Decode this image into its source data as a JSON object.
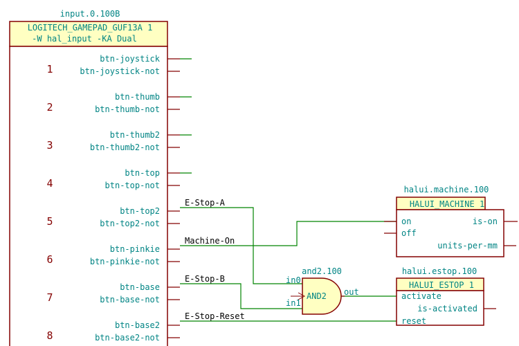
{
  "colors": {
    "wire": "#008400",
    "component": "#840000",
    "text": "#008484",
    "title_fill": "#ffffc2",
    "body_fill": "#ffffff"
  },
  "gamepad": {
    "ref": "input.0.100B",
    "name": "LOGITECH_GAMEPAD_GUF13A 1",
    "args": "-W hal_input -KA Dual",
    "numbers": [
      "1",
      "2",
      "3",
      "4",
      "5",
      "6",
      "7",
      "8"
    ],
    "pins": [
      "btn-joystick",
      "btn-joystick-not",
      "btn-thumb",
      "btn-thumb-not",
      "btn-thumb2",
      "btn-thumb2-not",
      "btn-top",
      "btn-top-not",
      "btn-top2",
      "btn-top2-not",
      "btn-pinkie",
      "btn-pinkie-not",
      "btn-base",
      "btn-base-not",
      "btn-base2",
      "btn-base2-not"
    ]
  },
  "nets": [
    "E-Stop-A",
    "Machine-On",
    "E-Stop-B",
    "E-Stop-Reset"
  ],
  "and_gate": {
    "ref": "and2.100",
    "label": "AND2",
    "in0": "in0",
    "in1": "in1",
    "out": "out"
  },
  "machine": {
    "ref": "halui.machine.100",
    "name": "HALUI_MACHINE  1",
    "pins": [
      "on",
      "off",
      "is-on",
      "units-per-mm"
    ]
  },
  "estop": {
    "ref": "halui.estop.100",
    "name": "HALUI_ESTOP 1",
    "pins": [
      "activate",
      "reset",
      "is-activated"
    ]
  }
}
